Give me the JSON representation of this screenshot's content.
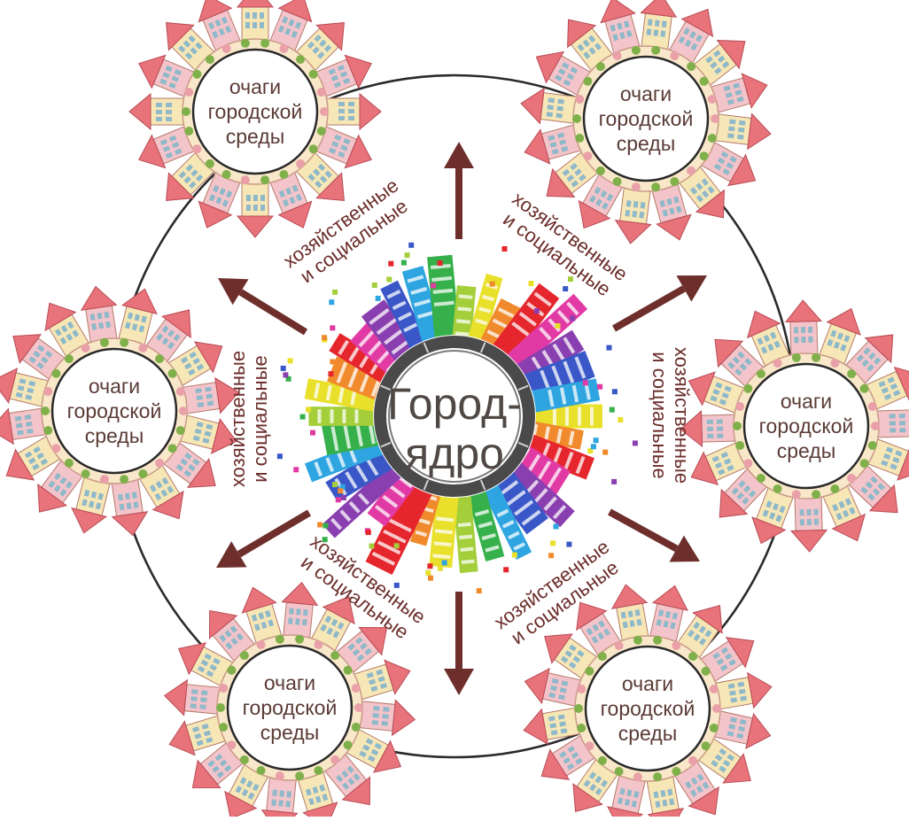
{
  "core": {
    "line1": "Город-",
    "line2": "ядро"
  },
  "nodes": [
    {
      "line1": "очаги",
      "line2": "городской",
      "line3": "среды"
    },
    {
      "line1": "очаги",
      "line2": "городской",
      "line3": "среды"
    },
    {
      "line1": "очаги",
      "line2": "городской",
      "line3": "среды"
    },
    {
      "line1": "очаги",
      "line2": "городской",
      "line3": "среды"
    },
    {
      "line1": "очаги",
      "line2": "городской",
      "line3": "среды"
    },
    {
      "line1": "очаги",
      "line2": "городской",
      "line3": "среды"
    }
  ],
  "flows": [
    {
      "line1": "хозяйственные",
      "line2": "и социальные"
    },
    {
      "line1": "хозяйственные",
      "line2": "и социальные"
    },
    {
      "line1": "хозяйственные",
      "line2": "и социальные"
    },
    {
      "line1": "хозяйственные",
      "line2": "и социальные"
    },
    {
      "line1": "хозяйственные",
      "line2": "и социальные"
    },
    {
      "line1": "хозяйственные",
      "line2": "и социальные"
    }
  ],
  "colors": {
    "arrow": "#6e2f2c",
    "ring_line": "#2a2a2a",
    "roof": "#e8737a",
    "house_light": "#f7e7b6",
    "house_pink": "#f4c4cb",
    "core_ring": "#4a4a4a",
    "burst": [
      "#e8e02a",
      "#f08a2c",
      "#e5262c",
      "#e23aa4",
      "#8a3fb0",
      "#3a57c8",
      "#2ea5e0",
      "#35b04a",
      "#a4cf3a"
    ]
  },
  "icons": [
    "city-skyline-burst-icon",
    "house-ring-icon",
    "arrow-icon"
  ]
}
